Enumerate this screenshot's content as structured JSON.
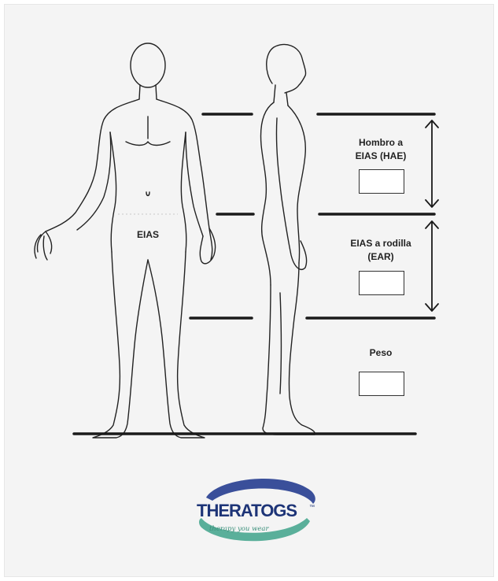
{
  "labels": {
    "eias": "EIAS",
    "shoulder_line1": "Hombro a",
    "shoulder_line2": "EIAS (HAE)",
    "knee_line1": "EIAS a rodilla",
    "knee_line2": "(EAR)",
    "weight": "Peso"
  },
  "fields": {
    "hae_value": "",
    "ear_value": "",
    "peso_value": ""
  },
  "logo": {
    "brand_thera": "THERA",
    "brand_togs": "TOGS",
    "tm": "™",
    "tagline": "therapy you wear",
    "colors": {
      "blue": "#3a4f9a",
      "teal": "#5aaf9a",
      "dark": "#1d3477"
    }
  },
  "colors": {
    "background": "#f4f4f4",
    "lines": "#1a1a1a",
    "outline": "#222222"
  }
}
